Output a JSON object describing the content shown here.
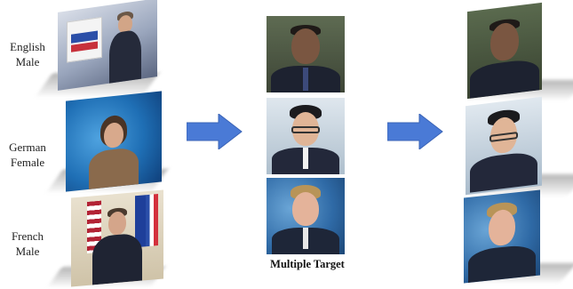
{
  "source_labels": [
    {
      "line1": "English",
      "line2": "Male"
    },
    {
      "line1": "German",
      "line2": "Female"
    },
    {
      "line1": "French",
      "line2": "Male"
    }
  ],
  "target_caption": "Multiple Target",
  "colors": {
    "arrow": "#4a7ad6",
    "studio_blue": "#1f6fb5",
    "suit_dark": "#1d2230",
    "skin": "#c9997a"
  }
}
